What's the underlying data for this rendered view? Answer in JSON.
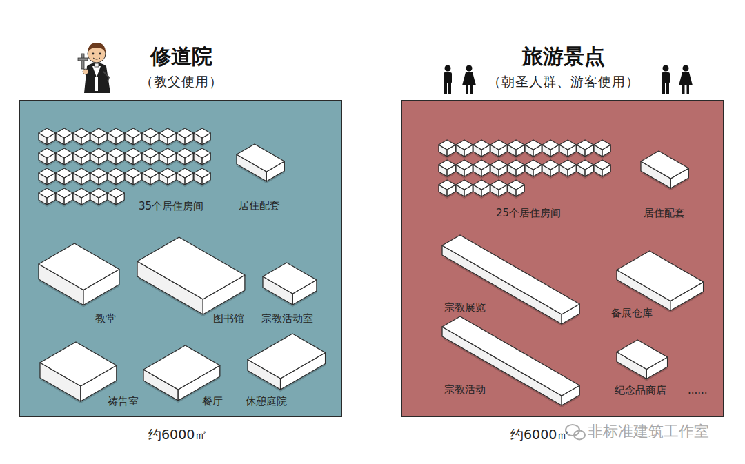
{
  "diagram": {
    "nodes": [
      {
        "text": [
          "修道院",
          "（教父使用）"
        ]
      },
      {
        "text": [
          "35个居住房间"
        ],
        "in": 0
      },
      {
        "text": [
          "居住配套"
        ],
        "in": 0
      },
      {
        "text": [
          "教堂"
        ],
        "in": 0
      },
      {
        "text": [
          "图书馆"
        ],
        "in": 0
      },
      {
        "text": [
          "宗教活动室"
        ],
        "in": 0
      },
      {
        "text": [
          "祷告室"
        ],
        "in": 0
      },
      {
        "text": [
          "餐厅"
        ],
        "in": 0
      },
      {
        "text": [
          "休憩庭院"
        ],
        "in": 0
      },
      {
        "text": [
          "旅游景点",
          "（朝圣人群、游客使用）"
        ]
      },
      {
        "text": [
          "25个居住房间"
        ],
        "in": 9
      },
      {
        "text": [
          "居住配套"
        ],
        "in": 9
      },
      {
        "text": [
          "宗教展览"
        ],
        "in": 9
      },
      {
        "text": [
          "备展仓库"
        ],
        "in": 9
      },
      {
        "text": [
          "宗教活动"
        ],
        "in": 9
      },
      {
        "text": [
          "纪念品商店"
        ],
        "in": 9
      }
    ],
    "labels": [
      "约6000㎡",
      "......",
      "约6000㎡",
      "非标准建筑工作室"
    ]
  }
}
